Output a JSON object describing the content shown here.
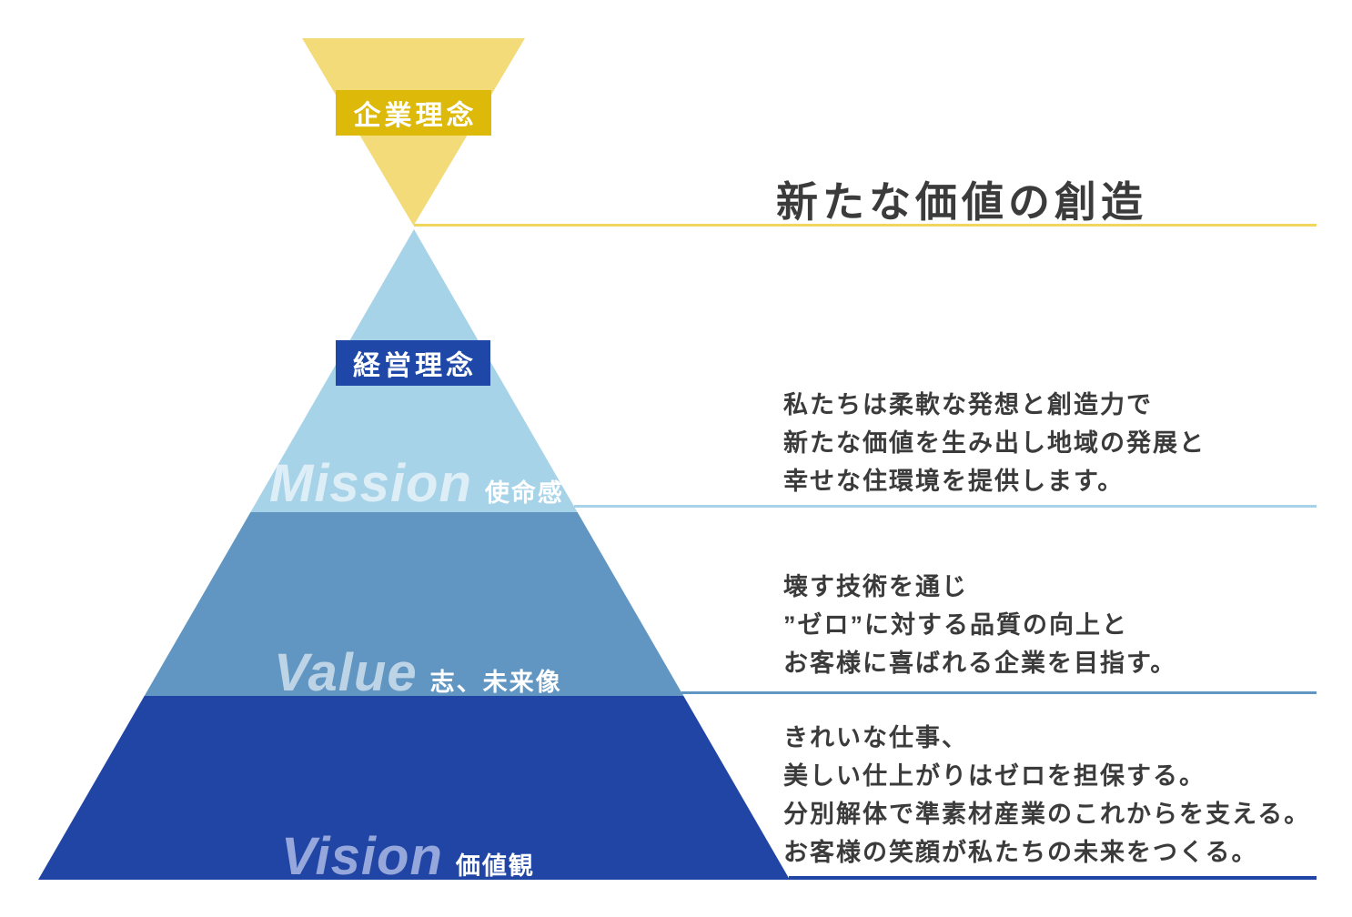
{
  "colors": {
    "top-triangle": "#F2DB78",
    "gold-label": "#DDB90A",
    "yellow-line": "#F0D55F",
    "light-blue": "#A6D3E8",
    "mid-blue": "#6096C1",
    "dark-blue": "#2145A5",
    "navy-label": "#1E47A8",
    "mission-word": "#DEEEF7",
    "value-word": "#BDD3E6",
    "vision-word": "#96A8DB",
    "text-dark": "#3B3B3B"
  },
  "top": {
    "label": "企業理念",
    "title": "新たな価値の創造"
  },
  "pyramid": {
    "label": "経営理念",
    "levels": [
      {
        "name": "Mission",
        "subtitle": "使命感",
        "description": "私たちは柔軟な発想と創造力で\n新たな価値を生み出し地域の発展と\n幸せな住環境を提供します。"
      },
      {
        "name": "Value",
        "subtitle": "志、未来像",
        "description": "壊す技術を通じ\n”ゼロ”に対する品質の向上と\nお客様に喜ばれる企業を目指す。"
      },
      {
        "name": "Vision",
        "subtitle": "価値観",
        "description": "きれいな仕事、\n美しい仕上がりはゼロを担保する。\n分別解体で準素材産業のこれからを支える。\nお客様の笑顔が私たちの未来をつくる。"
      }
    ]
  }
}
